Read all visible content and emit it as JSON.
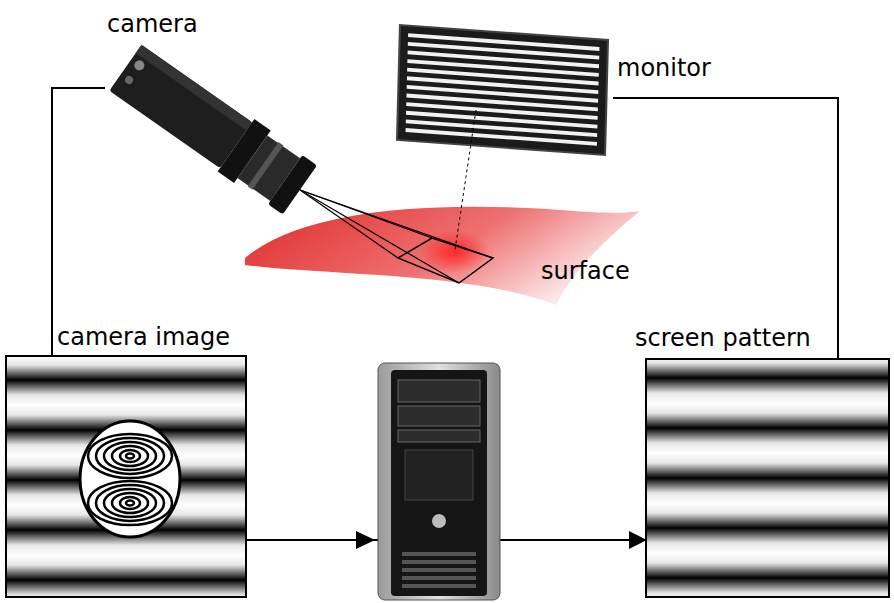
{
  "diagram": {
    "nodes": [
      {
        "text": [
          "camera"
        ]
      },
      {
        "text": [
          "monitor"
        ]
      },
      {
        "text": [
          "surface"
        ]
      },
      {
        "text": [
          "camera image"
        ]
      },
      {
        "text": [
          "screen pattern"
        ]
      }
    ],
    "edges": [
      {
        "from": 0,
        "to": 3,
        "arrow": "none"
      },
      {
        "from": 1,
        "to": 4,
        "arrow": "none"
      },
      {
        "from": 3,
        "to": 4,
        "arrow": "to"
      }
    ]
  }
}
